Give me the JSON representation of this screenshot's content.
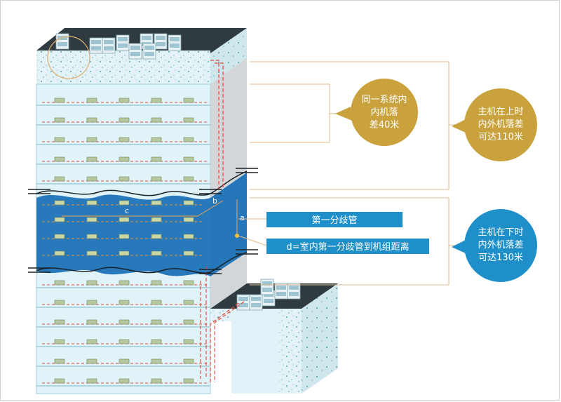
{
  "labels": {
    "pipe_c": "c",
    "pipe_b": "b",
    "pipe_a": "a",
    "first_branch": "第一分歧管",
    "distance_def": "d=室内第一分歧管到机组距离"
  },
  "bubbles": {
    "same_system": {
      "lines": [
        "同一系统内",
        "内机落",
        "差40米"
      ],
      "color": "#c9a23d"
    },
    "top": {
      "lines": [
        "主机在上时",
        "内外机落差",
        "可达110米"
      ],
      "color": "#c9a23d"
    },
    "bottom": {
      "lines": [
        "主机在下时",
        "内外机落差",
        "可达130米"
      ],
      "color": "#1e8fc8"
    }
  },
  "colors": {
    "facade": "#dff3f8",
    "highlight_floor": "#1c72b8",
    "label_box": "#1e8fc8",
    "dim_line": "#e0b88a",
    "pipe": "#e04a3c"
  }
}
